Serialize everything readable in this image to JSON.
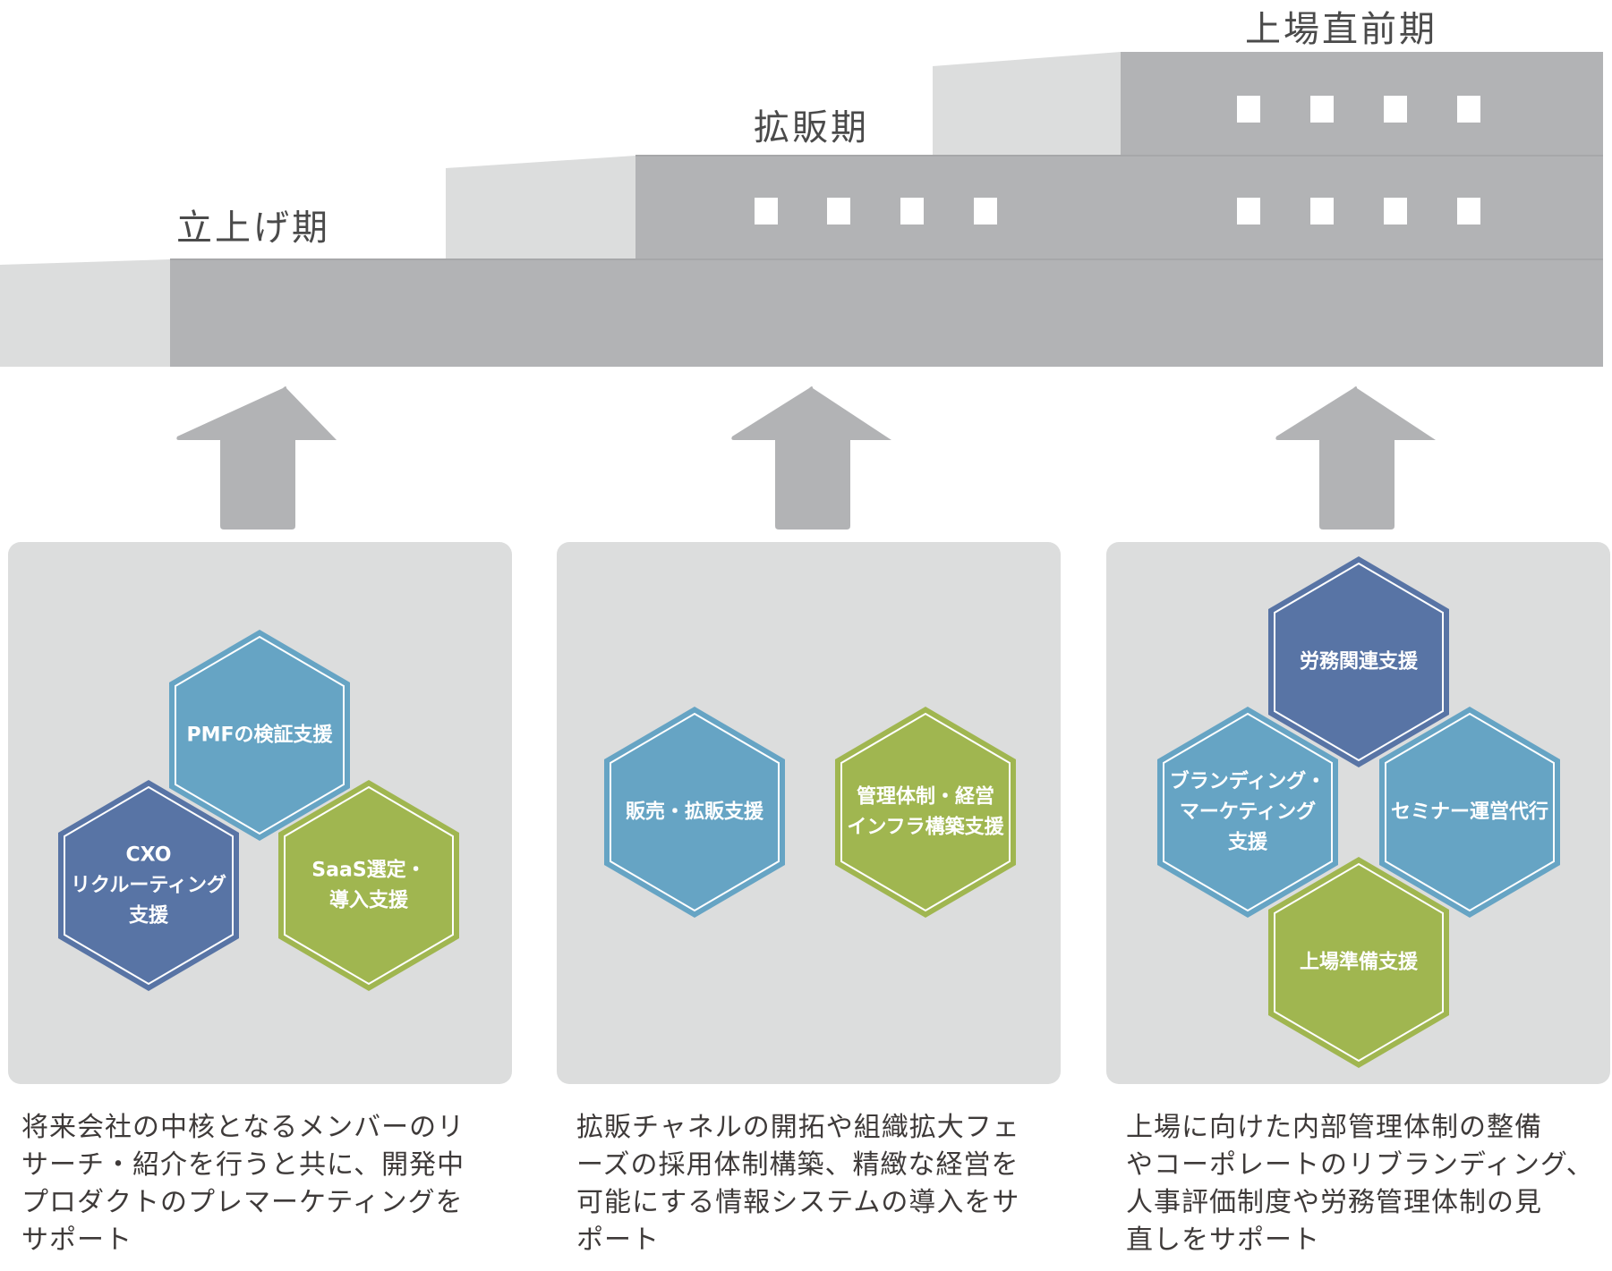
{
  "phases": [
    {
      "title": "立上げ期"
    },
    {
      "title": "拡販期"
    },
    {
      "title": "上場直前期"
    }
  ],
  "panels": [
    {
      "hexagons": [
        {
          "lines": [
            "PMFの検証支援"
          ],
          "color": "#66a4c4"
        },
        {
          "lines": [
            "CXO",
            "リクルーティング",
            "支援"
          ],
          "color": "#5874a5"
        },
        {
          "lines": [
            "SaaS選定・",
            "導入支援"
          ],
          "color": "#a0b650"
        }
      ],
      "description": [
        "将来会社の中核となるメンバーのリ",
        "サーチ・紹介を行うと共に、開発中",
        "プロダクトのプレマーケティングを",
        "サポート"
      ]
    },
    {
      "hexagons": [
        {
          "lines": [
            "販売・拡販支援"
          ],
          "color": "#66a4c4"
        },
        {
          "lines": [
            "管理体制・経営",
            "インフラ構築支援"
          ],
          "color": "#a0b650"
        }
      ],
      "description": [
        "拡販チャネルの開拓や組織拡大フェ",
        "ーズの採用体制構築、精緻な経営を",
        "可能にする情報システムの導入をサ",
        "ポート"
      ]
    },
    {
      "hexagons": [
        {
          "lines": [
            "労務関連支援"
          ],
          "color": "#5874a5"
        },
        {
          "lines": [
            "ブランディング・",
            "マーケティング",
            "支援"
          ],
          "color": "#66a4c4"
        },
        {
          "lines": [
            "セミナー運営代行"
          ],
          "color": "#66a4c4"
        },
        {
          "lines": [
            "上場準備支援"
          ],
          "color": "#a0b650"
        }
      ],
      "description": [
        "上場に向けた内部管理体制の整備",
        "やコーポレートのリブランディング、",
        "人事評価制度や労務管理体制の見",
        "直しをサポート"
      ]
    }
  ],
  "colors": {
    "building_dark": "#b2b3b5",
    "building_light": "#dcdddd",
    "arrow": "#b2b3b5",
    "window": "#ffffff",
    "panel_bg": "#dcdddd"
  }
}
